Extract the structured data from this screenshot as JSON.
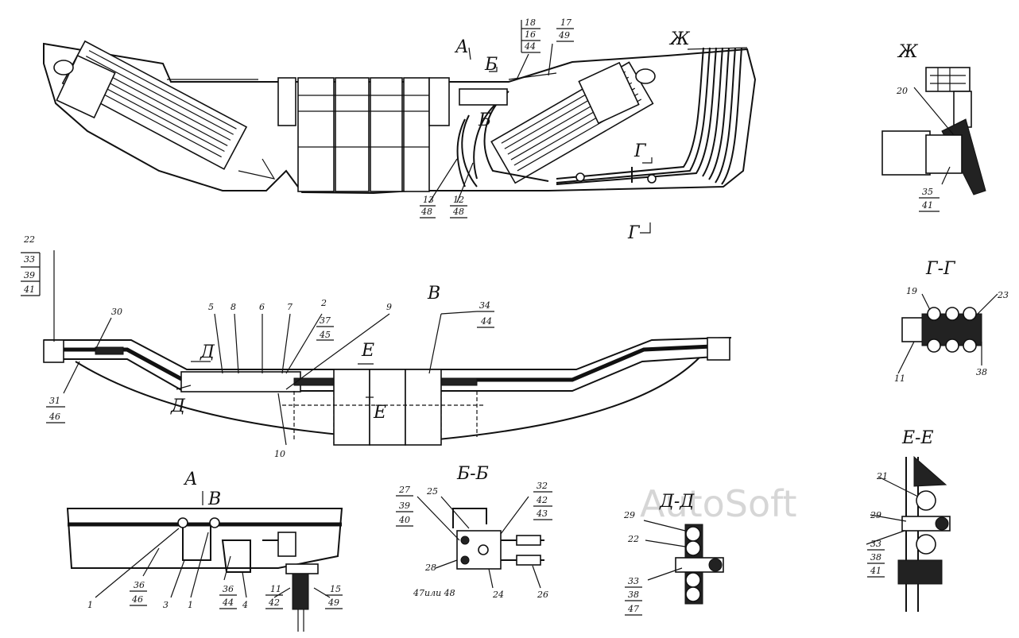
{
  "watermark": "AutoSoft",
  "view_titles": {
    "zh": "Ж",
    "gg": "Г-Г",
    "ee": "Е-Е",
    "bb": "Б-Б",
    "dd": "Д-Д",
    "a": "А",
    "v": "В",
    "g_top": "Г",
    "a_top": "А",
    "b_top": "Б",
    "zh_top": "Ж",
    "g_mid": "Г",
    "d1": "Д",
    "d2": "Д",
    "e1": "Е",
    "e2": "Е",
    "b_side": "Б",
    "v_a": "В"
  },
  "callouts": {
    "c18": "18",
    "c16": "16",
    "c44a": "44",
    "c17": "17",
    "c49": "49",
    "c13": "13",
    "c48a": "48",
    "c12": "12",
    "c48b": "48",
    "c20": "20",
    "c35a": "35",
    "c41a": "41",
    "c19": "19",
    "c23": "23",
    "c11": "11",
    "c38": "38",
    "c22": "22",
    "c33a": "33",
    "c39a": "39",
    "c41b": "41",
    "c30": "30",
    "c5": "5",
    "c8": "8",
    "c6": "6",
    "c7": "7",
    "c2": "2",
    "c37": "37",
    "c45": "45",
    "c9": "9",
    "c34": "34",
    "c44b": "44",
    "c31": "31",
    "c46": "46",
    "c10": "10",
    "c1a": "1",
    "c36a": "36",
    "c46b": "46",
    "c3": "3",
    "c1b": "1",
    "c36b": "36",
    "c44c": "44",
    "c4": "4",
    "c11b": "11",
    "c42": "42",
    "c15": "15",
    "c49b": "49",
    "c27": "27",
    "c39b": "39",
    "c40": "40",
    "c25": "25",
    "c32": "32",
    "c42b": "42",
    "c43": "43",
    "c28": "28",
    "c24": "24",
    "c26": "26",
    "c47or48": "47или 48",
    "c29a": "29",
    "c22b": "22",
    "c33b": "33",
    "c38b": "38",
    "c47": "47",
    "c21": "21",
    "c29b": "29",
    "c33c": "33",
    "c38c": "38",
    "c41c": "41"
  }
}
